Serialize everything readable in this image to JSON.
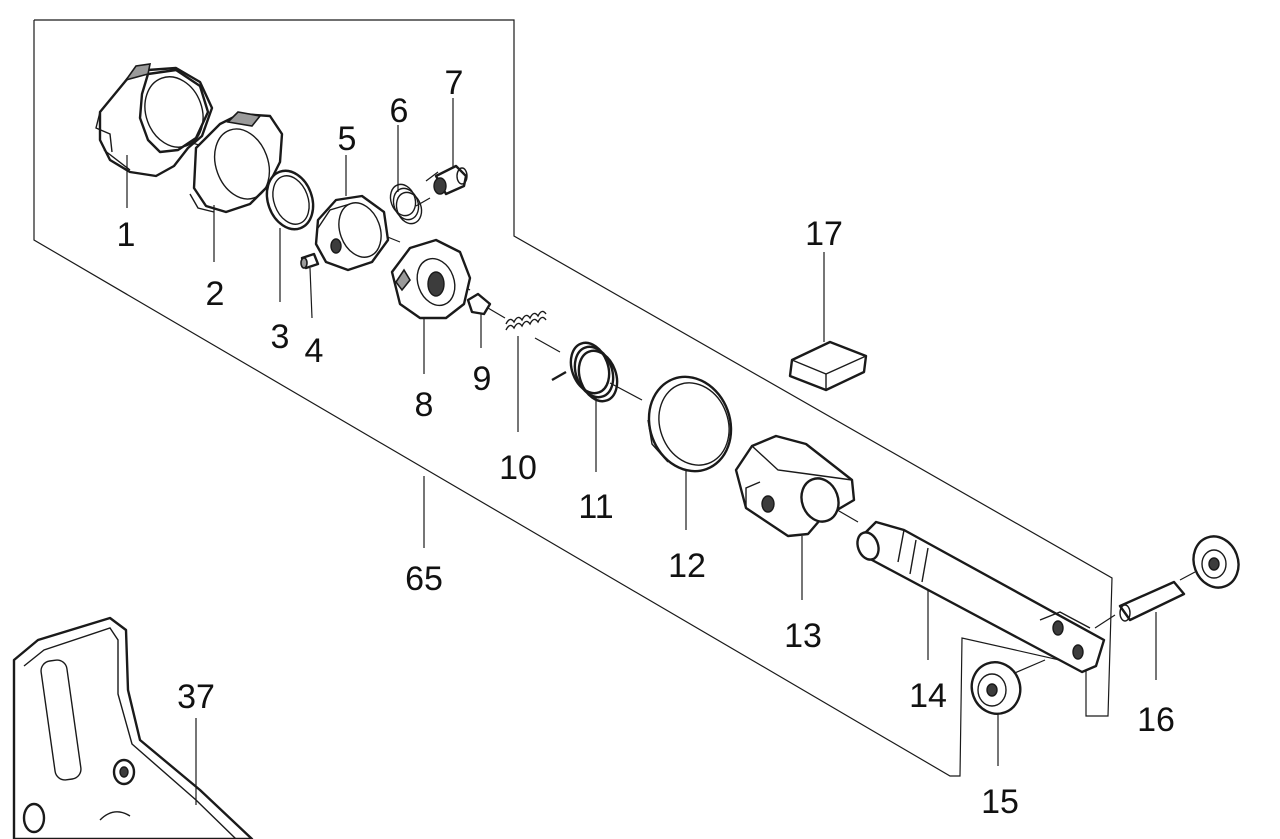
{
  "diagram": {
    "type": "exploded parts diagram",
    "part_numbers": [
      "1",
      "2",
      "3",
      "4",
      "5",
      "6",
      "7",
      "8",
      "9",
      "10",
      "11",
      "12",
      "13",
      "14",
      "15",
      "16",
      "17",
      "37",
      "65"
    ],
    "colors": {
      "ink": "#1a1a1a",
      "shade": "#9a9a9a",
      "background": "#ffffff"
    }
  }
}
